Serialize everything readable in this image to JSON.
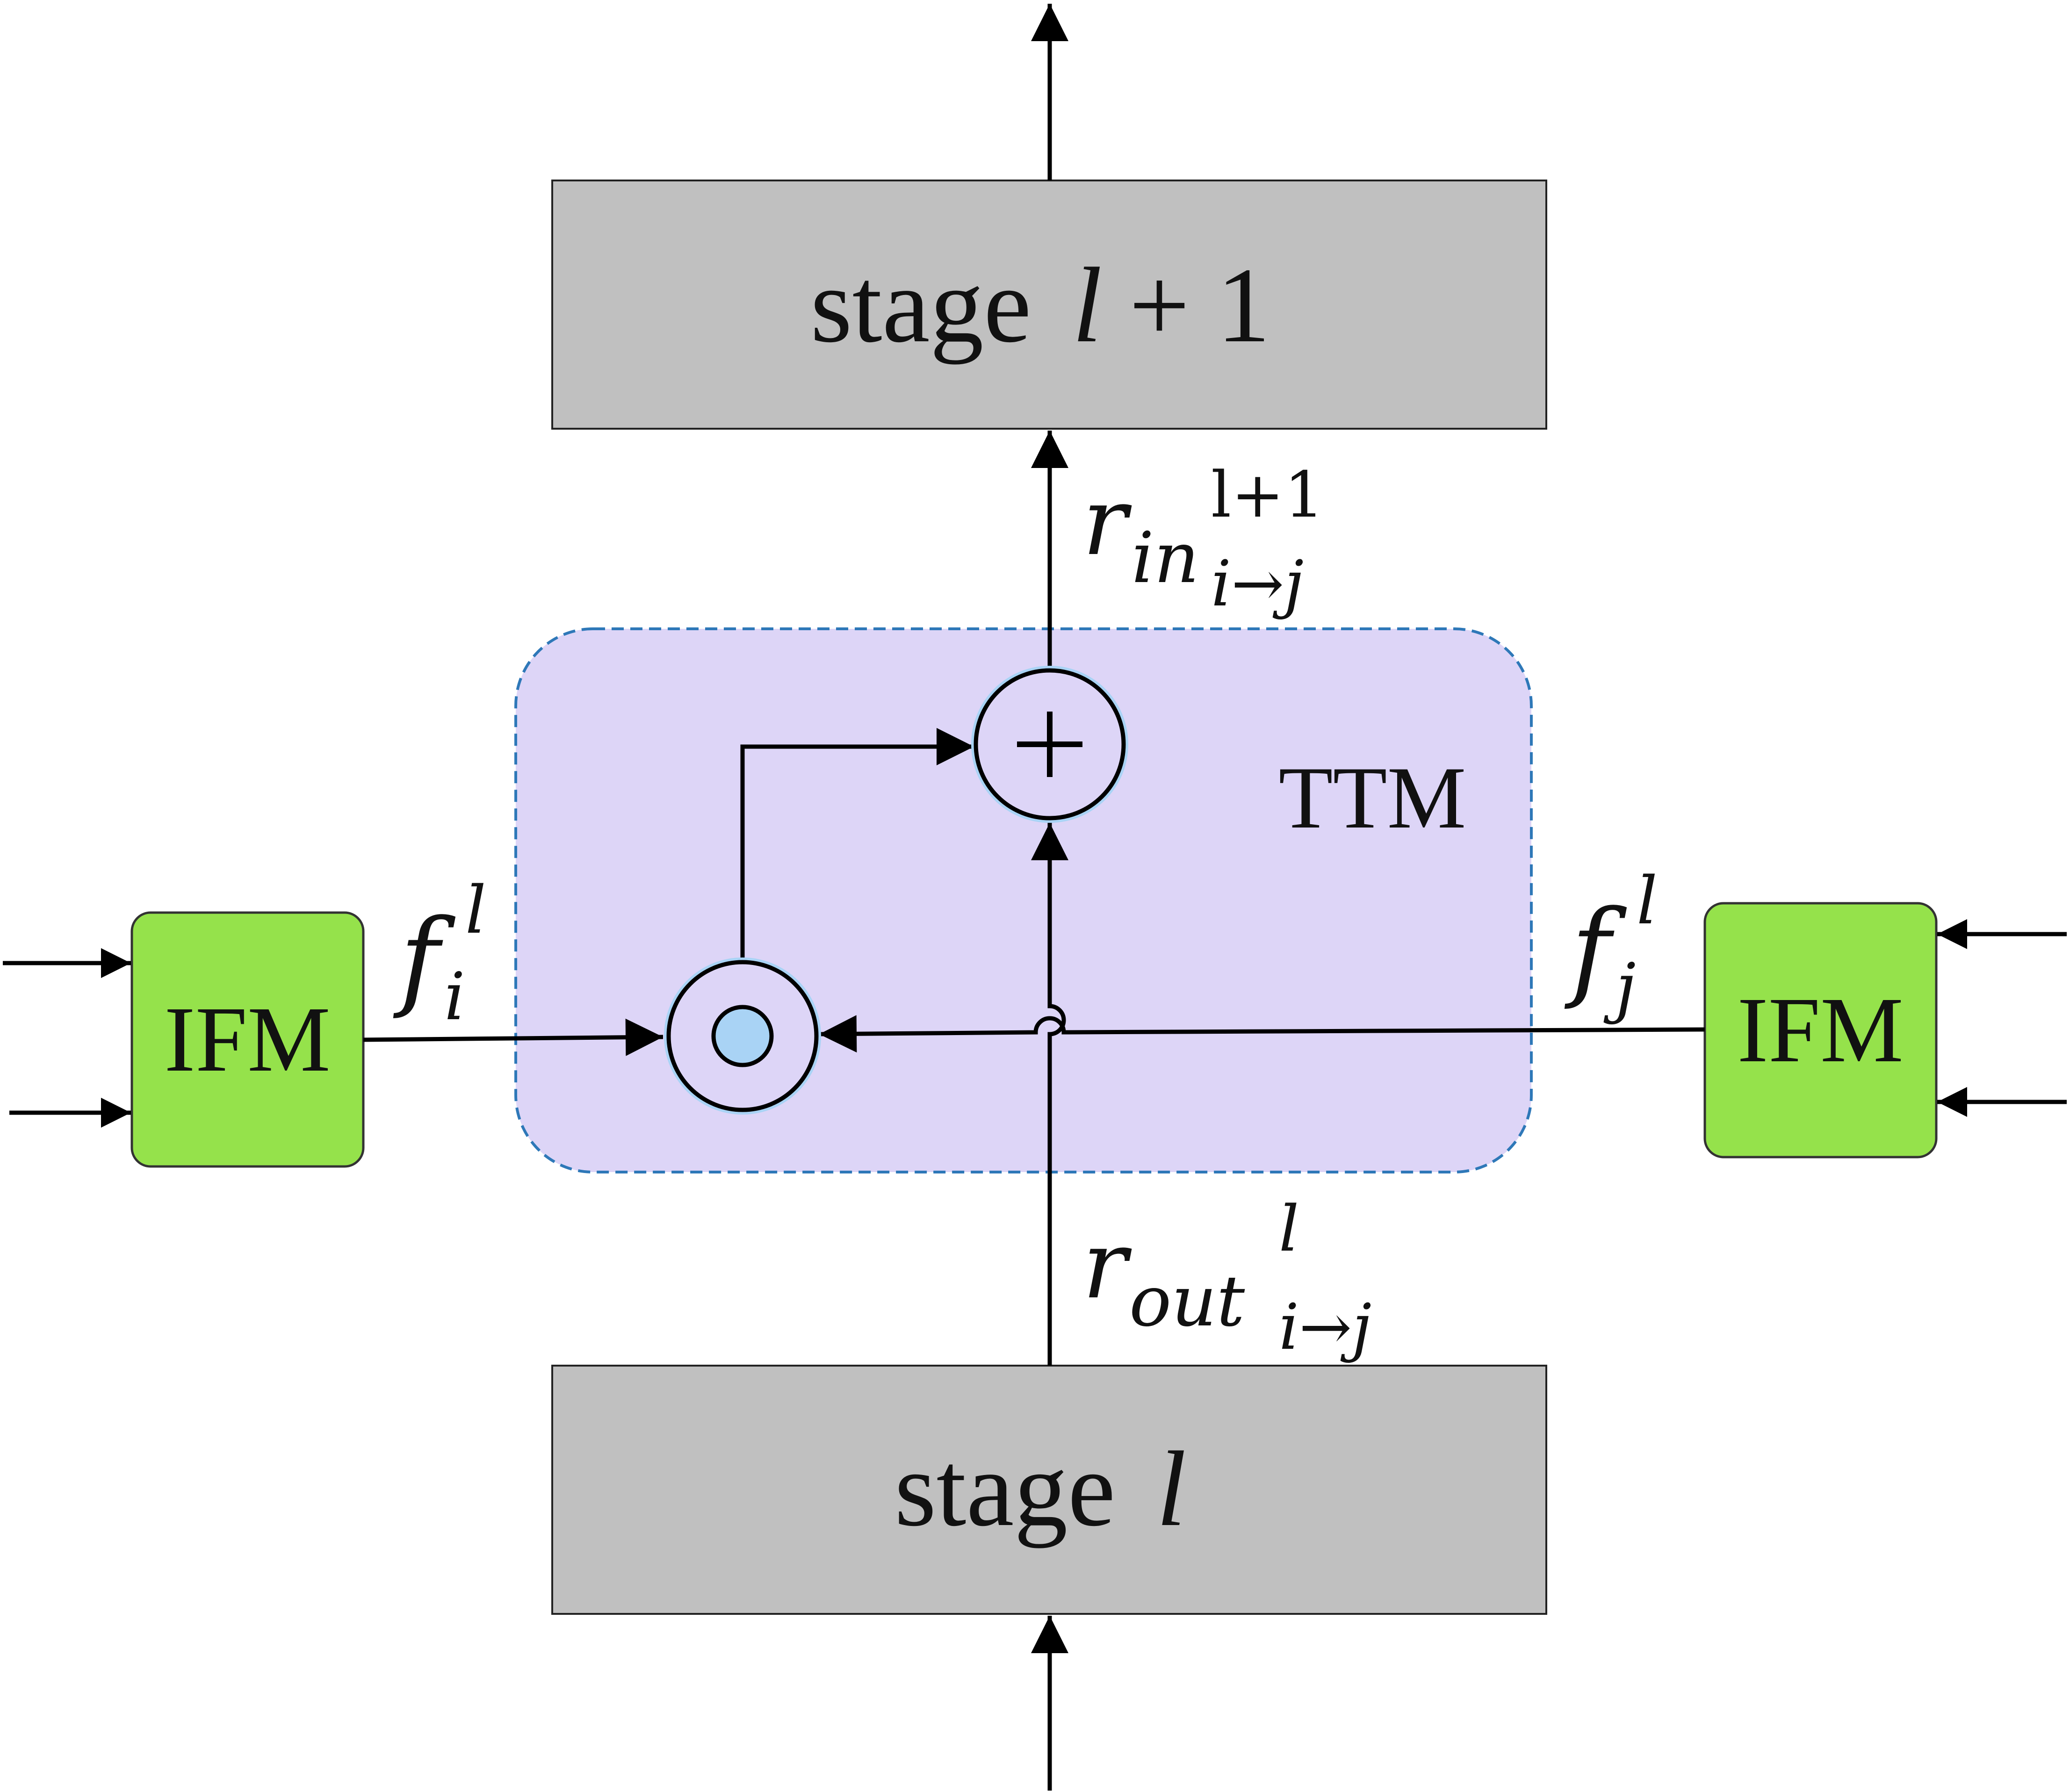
{
  "stages": {
    "top": {
      "prefix": "stage",
      "var": "l",
      "suffix": " + 1"
    },
    "bottom": {
      "prefix": "stage",
      "var": "l"
    }
  },
  "module": {
    "label": "TTM",
    "fill_color": "#ddd5f7",
    "border_color": "#2e78b8"
  },
  "ifm": {
    "left": {
      "label": "IFM"
    },
    "right": {
      "label": "IFM"
    },
    "fill_color": "#95e24b"
  },
  "stage_fill_color": "#c0c0c0",
  "operators": {
    "sum": {
      "symbol": "+",
      "icon": "sum-circle-icon"
    },
    "fuse": {
      "icon": "hadamard-circle-icon"
    },
    "halo_color": "#a9d3f5"
  },
  "labels": {
    "r_in": {
      "base": "r",
      "sub": "in",
      "sup": "l+1",
      "index": "i→j"
    },
    "r_out": {
      "base": "r",
      "sub": "out",
      "sup": "l",
      "index": "i→j"
    },
    "f_i": {
      "base": "f",
      "sub": "i",
      "sup": "l"
    },
    "f_j": {
      "base": "f",
      "sub": "j",
      "sup": "l"
    }
  }
}
